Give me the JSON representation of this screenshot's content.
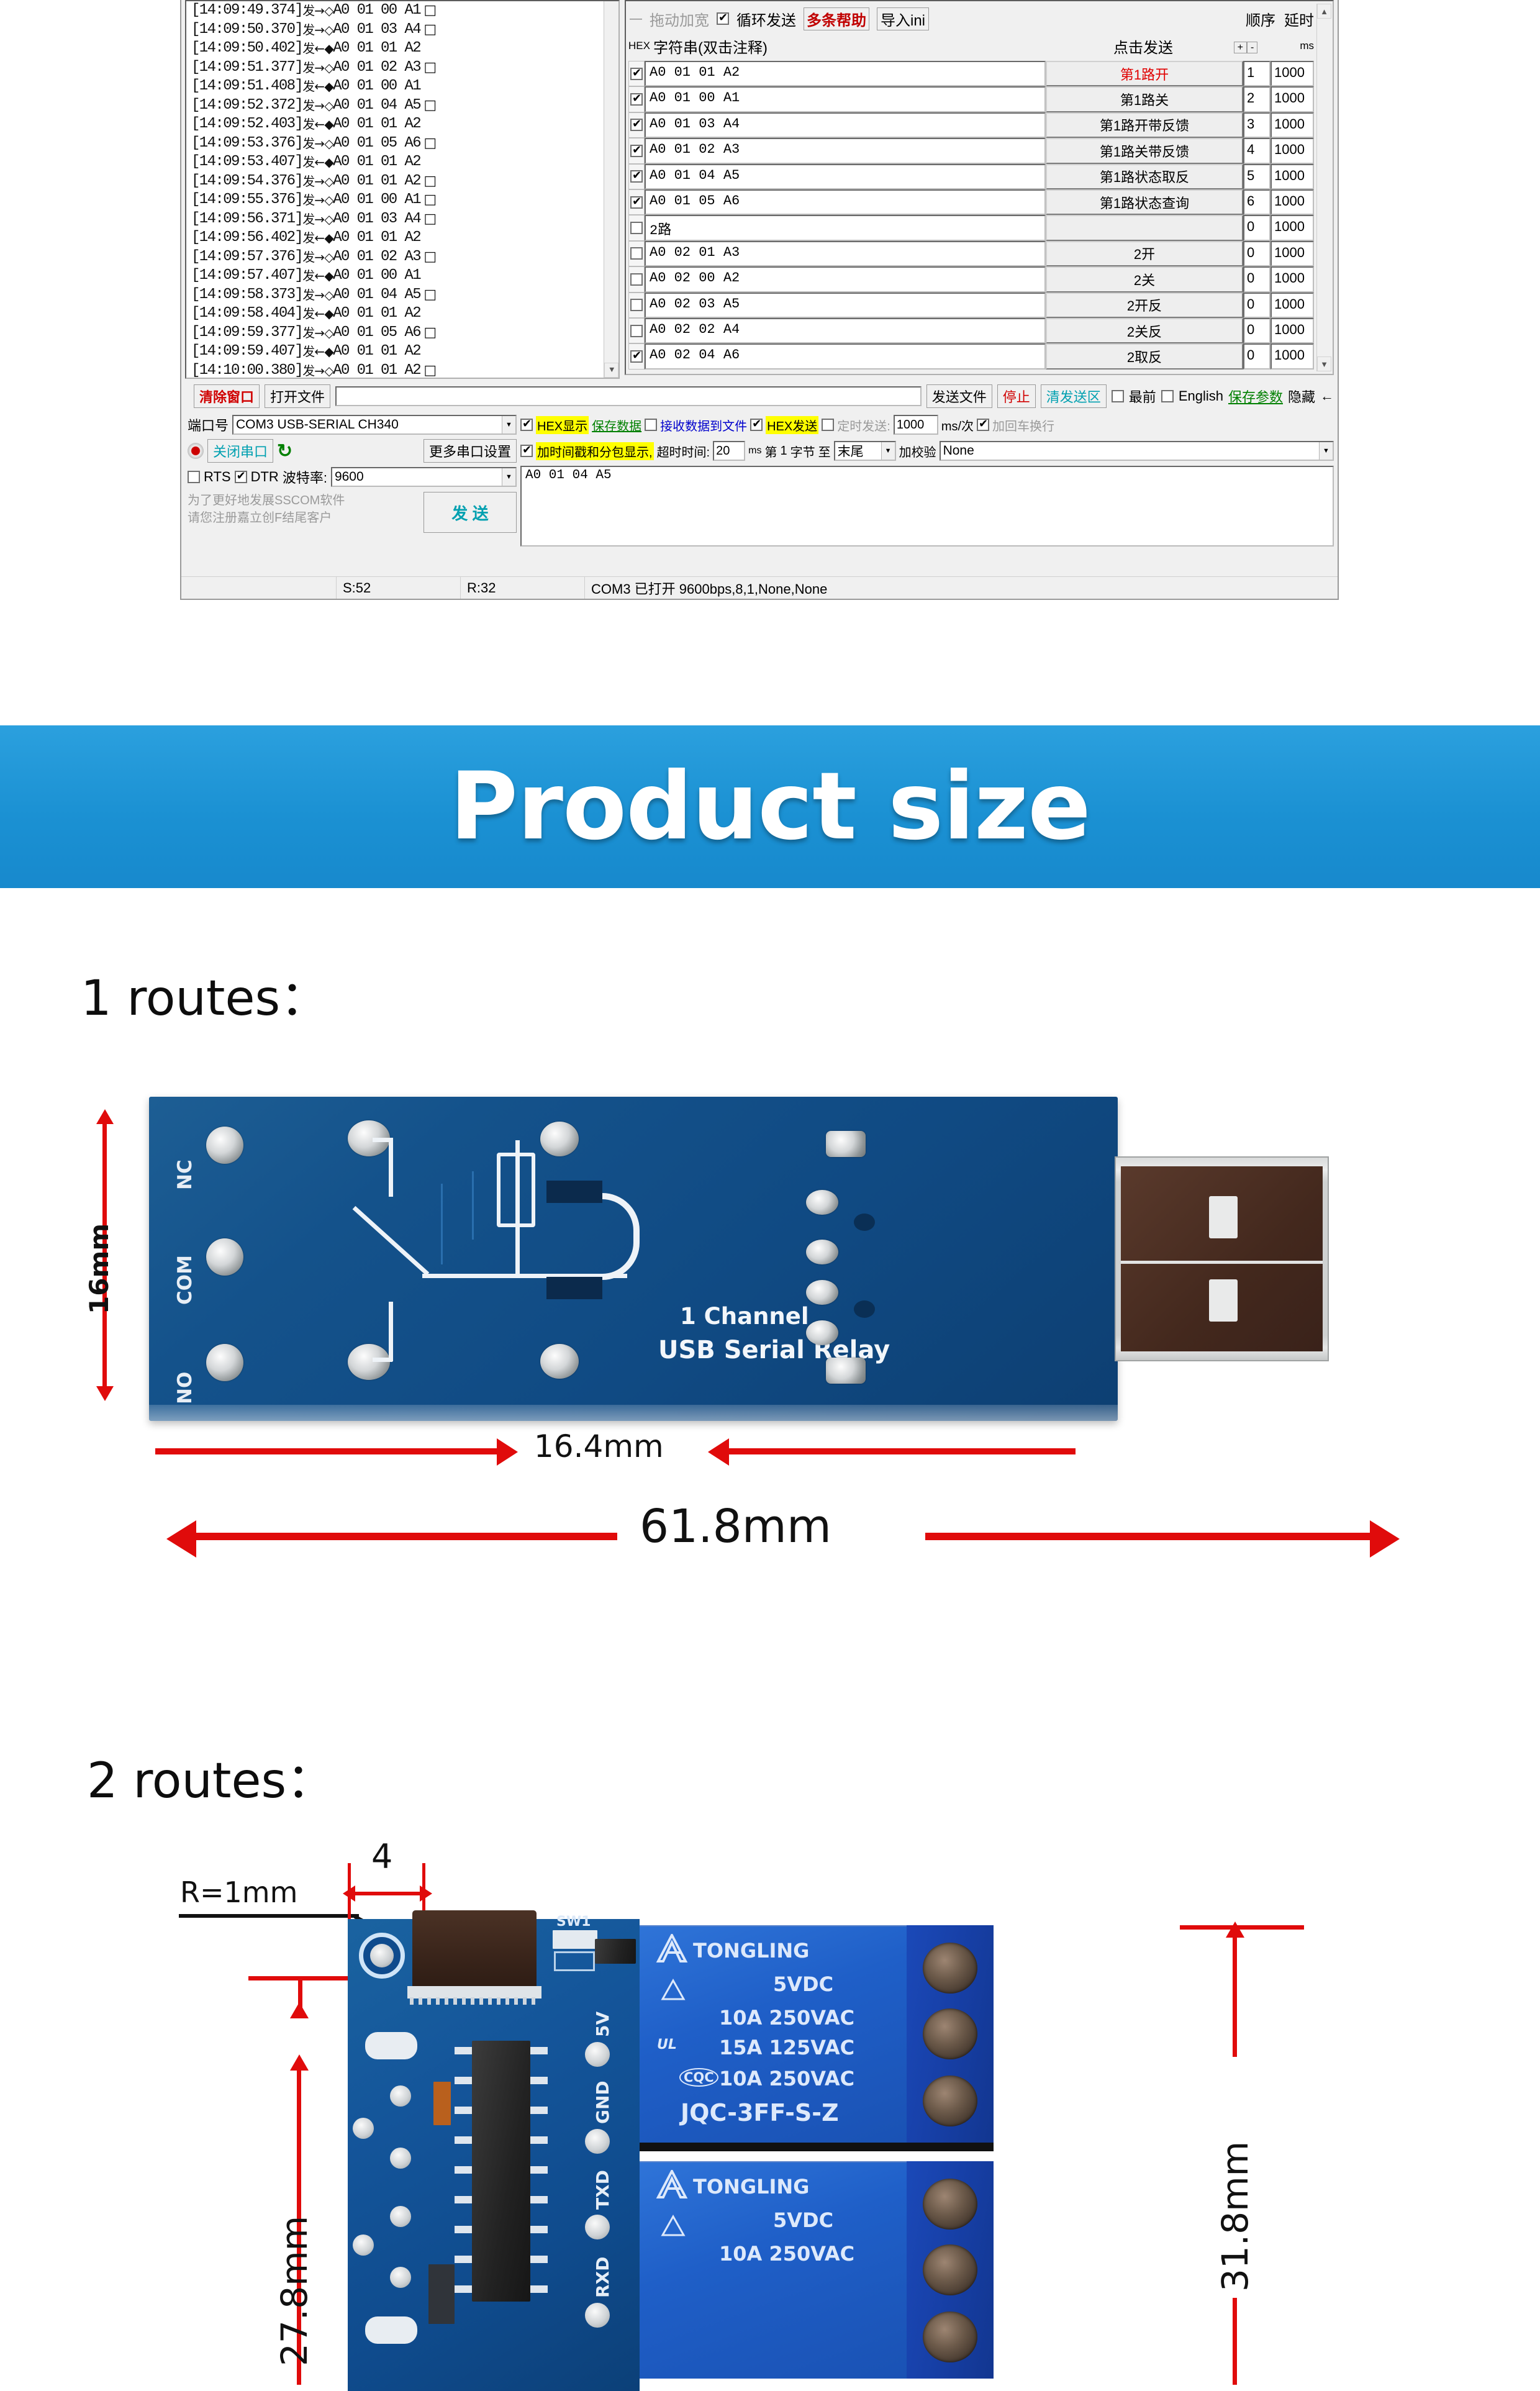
{
  "serial_app": {
    "log_lines": [
      {
        "time": "[14:09:49.374]",
        "dir": "send",
        "marker": "→",
        "diamond": "◇",
        "hex": "A0 01 00 A1",
        "sq": "□"
      },
      {
        "time": "[14:09:50.370]",
        "dir": "send",
        "marker": "→",
        "diamond": "◇",
        "hex": "A0 01 03 A4",
        "sq": "□"
      },
      {
        "time": "[14:09:50.402]",
        "dir": "recv",
        "marker": "←",
        "diamond": "◆",
        "hex": "A0 01 01 A2",
        "sq": ""
      },
      {
        "time": "[14:09:51.377]",
        "dir": "send",
        "marker": "→",
        "diamond": "◇",
        "hex": "A0 01 02 A3",
        "sq": "□"
      },
      {
        "time": "[14:09:51.408]",
        "dir": "recv",
        "marker": "←",
        "diamond": "◆",
        "hex": "A0 01 00 A1",
        "sq": ""
      },
      {
        "time": "[14:09:52.372]",
        "dir": "send",
        "marker": "→",
        "diamond": "◇",
        "hex": "A0 01 04 A5",
        "sq": "□"
      },
      {
        "time": "[14:09:52.403]",
        "dir": "recv",
        "marker": "←",
        "diamond": "◆",
        "hex": "A0 01 01 A2",
        "sq": ""
      },
      {
        "time": "[14:09:53.376]",
        "dir": "send",
        "marker": "→",
        "diamond": "◇",
        "hex": "A0 01 05 A6",
        "sq": "□"
      },
      {
        "time": "[14:09:53.407]",
        "dir": "recv",
        "marker": "←",
        "diamond": "◆",
        "hex": "A0 01 01 A2",
        "sq": ""
      },
      {
        "time": "[14:09:54.376]",
        "dir": "send",
        "marker": "→",
        "diamond": "◇",
        "hex": "A0 01 01 A2",
        "sq": "□"
      },
      {
        "time": "[14:09:55.376]",
        "dir": "send",
        "marker": "→",
        "diamond": "◇",
        "hex": "A0 01 00 A1",
        "sq": "□"
      },
      {
        "time": "[14:09:56.371]",
        "dir": "send",
        "marker": "→",
        "diamond": "◇",
        "hex": "A0 01 03 A4",
        "sq": "□"
      },
      {
        "time": "[14:09:56.402]",
        "dir": "recv",
        "marker": "←",
        "diamond": "◆",
        "hex": "A0 01 01 A2",
        "sq": ""
      },
      {
        "time": "[14:09:57.376]",
        "dir": "send",
        "marker": "→",
        "diamond": "◇",
        "hex": "A0 01 02 A3",
        "sq": "□"
      },
      {
        "time": "[14:09:57.407]",
        "dir": "recv",
        "marker": "←",
        "diamond": "◆",
        "hex": "A0 01 00 A1",
        "sq": ""
      },
      {
        "time": "[14:09:58.373]",
        "dir": "send",
        "marker": "→",
        "diamond": "◇",
        "hex": "A0 01 04 A5",
        "sq": "□"
      },
      {
        "time": "[14:09:58.404]",
        "dir": "recv",
        "marker": "←",
        "diamond": "◆",
        "hex": "A0 01 01 A2",
        "sq": ""
      },
      {
        "time": "[14:09:59.377]",
        "dir": "send",
        "marker": "→",
        "diamond": "◇",
        "hex": "A0 01 05 A6",
        "sq": "□"
      },
      {
        "time": "[14:09:59.407]",
        "dir": "recv",
        "marker": "←",
        "diamond": "◆",
        "hex": "A0 01 01 A2",
        "sq": ""
      },
      {
        "time": "[14:10:00.380]",
        "dir": "send",
        "marker": "→",
        "diamond": "◇",
        "hex": "A0 01 01 A2",
        "sq": "□"
      }
    ],
    "log_cn_marker": "发",
    "multisend": {
      "drag_widen_label": "拖动加宽",
      "loop_send_label": "循环发送",
      "loop_send_checked": true,
      "multi_help_label": "多条帮助",
      "import_ini_label": "导入ini",
      "order_label": "顺序",
      "delay_label": "延时",
      "delay_unit": "ms",
      "hex_col_label": "HEX",
      "string_col_label": "字符串(双击注释)",
      "click_send_label": "点击发送",
      "plus_label": "+",
      "minus_label": "-",
      "rows": [
        {
          "checked": true,
          "string": "A0 01 01 A2",
          "button": "第1路开",
          "order": "1",
          "delay": "1000",
          "highlight": true
        },
        {
          "checked": true,
          "string": "A0 01 00 A1",
          "button": "第1路关",
          "order": "2",
          "delay": "1000",
          "highlight": false
        },
        {
          "checked": true,
          "string": "A0 01 03 A4",
          "button": "第1路开带反馈",
          "order": "3",
          "delay": "1000",
          "highlight": false
        },
        {
          "checked": true,
          "string": "A0 01 02 A3",
          "button": "第1路关带反馈",
          "order": "4",
          "delay": "1000",
          "highlight": false
        },
        {
          "checked": true,
          "string": "A0 01 04 A5",
          "button": "第1路状态取反",
          "order": "5",
          "delay": "1000",
          "highlight": false
        },
        {
          "checked": true,
          "string": "A0 01 05 A6",
          "button": "第1路状态查询",
          "order": "6",
          "delay": "1000",
          "highlight": false
        },
        {
          "checked": false,
          "string": "2路",
          "button": "",
          "order": "0",
          "delay": "1000",
          "highlight": false
        },
        {
          "checked": false,
          "string": "A0 02 01 A3",
          "button": "2开",
          "order": "0",
          "delay": "1000",
          "highlight": false
        },
        {
          "checked": false,
          "string": "A0 02 00 A2",
          "button": "2关",
          "order": "0",
          "delay": "1000",
          "highlight": false
        },
        {
          "checked": false,
          "string": "A0 02 03 A5",
          "button": "2开反",
          "order": "0",
          "delay": "1000",
          "highlight": false
        },
        {
          "checked": false,
          "string": "A0 02 02 A4",
          "button": "2关反",
          "order": "0",
          "delay": "1000",
          "highlight": false
        },
        {
          "checked": true,
          "string": "A0 02 04 A6",
          "button": "2取反",
          "order": "0",
          "delay": "1000",
          "highlight": false
        }
      ]
    },
    "toolbar": {
      "clear_window": "清除窗口",
      "open_file": "打开文件",
      "file_path_value": "",
      "send_file": "发送文件",
      "stop": "停止",
      "clear_send_area": "清发送区",
      "topmost_label": "最前",
      "topmost_checked": false,
      "english_label": "English",
      "english_checked": false,
      "save_params": "保存参数",
      "hide_label": "隐藏",
      "hide_arrow": "←"
    },
    "port_panel": {
      "port_label": "端口号",
      "port_value": "COM3 USB-SERIAL CH340",
      "close_port_label": "关闭串口",
      "refresh_icon": "↻",
      "more_settings": "更多串口设置",
      "rts_label": "RTS",
      "rts_checked": false,
      "dtr_label": "DTR",
      "dtr_checked": true,
      "baud_label": "波特率:",
      "baud_value": "9600",
      "promo_line1": "为了更好地发展SSCOM软件",
      "promo_line2": "请您注册嘉立创F结尾客户",
      "send_button": "发 送"
    },
    "recv_panel": {
      "hex_display_label": "HEX显示",
      "hex_display_checked": true,
      "save_data_label": "保存数据",
      "recv_to_file_label": "接收数据到文件",
      "recv_to_file_checked": false,
      "hex_send_label": "HEX发送",
      "hex_send_checked": true,
      "timed_send_label": "定时发送:",
      "timed_send_checked": false,
      "timed_send_value": "1000",
      "timed_send_unit": "ms/次",
      "add_crlf_label": "加回车换行",
      "add_crlf_checked": true,
      "timestamp_label": "加时间戳和分包显示,",
      "timestamp_checked": true,
      "timeout_label": "超时时间:",
      "timeout_value": "20",
      "timeout_unit": "ms",
      "byte_prefix": "第",
      "byte_index": "1",
      "byte_label": "字节",
      "to_label": "至",
      "to_value": "末尾",
      "checksum_label": "加校验",
      "checksum_value": "None",
      "send_text": "A0 01 04 A5"
    },
    "statusbar": {
      "sent": "S:52",
      "received": "R:32",
      "connection": "COM3 已打开  9600bps,8,1,None,None"
    }
  },
  "banner": {
    "title": "Product size",
    "color": "#1b91d3"
  },
  "section_one": {
    "heading": "1 routes：",
    "pcb_labels": {
      "nc": "NC",
      "com": "COM",
      "no": "NO",
      "silk1": "1 Channel",
      "silk2": "USB Serial Relay"
    },
    "dims": {
      "height": "16mm",
      "pcb_width": "16.4mm",
      "total_length": "61.8mm"
    }
  },
  "section_two": {
    "heading": "2 routes：",
    "dims": {
      "radius": "R=1mm",
      "hole_offset": "4",
      "height": "27.8mm",
      "width": "31.8mm"
    },
    "pcb_labels": {
      "sw1": "SW1",
      "pins": [
        "5V",
        "GND",
        "TXD",
        "RXD"
      ]
    },
    "relay": {
      "brand": "TONGLING",
      "voltage": "5VDC",
      "rating1": "10A 250VAC",
      "rating2": "15A 125VAC",
      "rating3": "10A 250VAC",
      "model": "JQC-3FF-S-Z",
      "cert_ul": "UL",
      "cert_cqc": "CQC"
    }
  }
}
